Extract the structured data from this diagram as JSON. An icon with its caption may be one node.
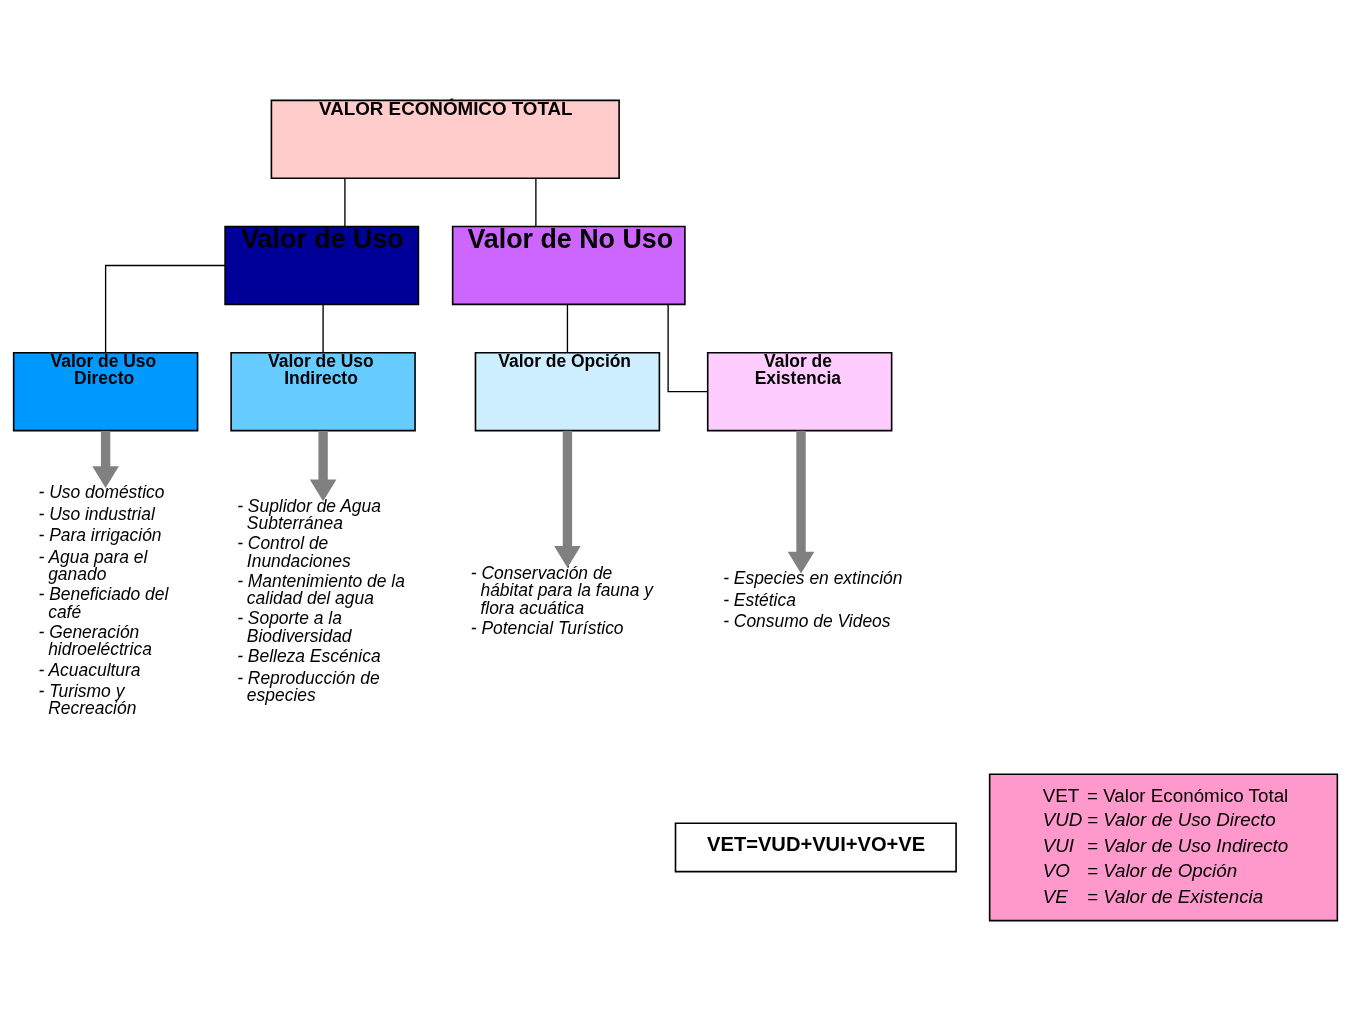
{
  "diagram": {
    "nodes": [
      {
        "text": [
          "VALOR ECONÓMICO TOTAL"
        ]
      },
      {
        "text": [
          "Valor de Uso"
        ]
      },
      {
        "text": [
          "Valor de No Uso"
        ]
      },
      {
        "text": [
          "Valor de Uso Directo"
        ]
      },
      {
        "text": [
          "Valor de Uso Indirecto"
        ]
      },
      {
        "text": [
          "Valor de Opción"
        ]
      },
      {
        "text": [
          "Valor de Existencia"
        ]
      },
      {
        "text": [
          "- Uso doméstico",
          "- Uso industrial",
          "- Para irrigación",
          "- Agua para el ganado",
          "- Beneficiado del café",
          "- Generación hidroeléctrica",
          "- Acuacultura",
          "- Turismo y Recreación"
        ]
      },
      {
        "text": [
          "- Suplidor de Agua Subterránea",
          "- Control de Inundaciones",
          "- Mantenimiento de la calidad del agua",
          "- Soporte a la Biodiversidad",
          "- Belleza Escénica",
          "- Reproducción de especies"
        ]
      },
      {
        "text": [
          "- Conservación de hábitat para la fauna y flora acuática",
          "- Potencial Turístico"
        ]
      },
      {
        "text": [
          "- Especies en extinción",
          "- Estética",
          "- Consumo de Videos"
        ]
      },
      {
        "text": [
          "VET=VUD+VUI+VO+VE"
        ]
      },
      {
        "text": [
          "VET",
          "= Valor Económico Total",
          "VUD",
          "= Valor de Uso Directo",
          "VUI",
          "= Valor de Uso Indirecto",
          "VO",
          "= Valor de Opción",
          "VE",
          "= Valor de Existencia"
        ]
      }
    ],
    "edges": [
      {
        "from": 0,
        "to": 1,
        "arrow": "none"
      },
      {
        "from": 0,
        "to": 2,
        "arrow": "none"
      },
      {
        "from": 1,
        "to": 3,
        "arrow": "none"
      },
      {
        "from": 1,
        "to": 4,
        "arrow": "none"
      },
      {
        "from": 2,
        "to": 5,
        "arrow": "none"
      },
      {
        "from": 2,
        "to": 6,
        "arrow": "none"
      },
      {
        "from": 3,
        "to": 7,
        "arrow": "to",
        "style": "thick",
        "color": "#808080"
      },
      {
        "from": 4,
        "to": 8,
        "arrow": "to",
        "style": "thick",
        "color": "#808080"
      },
      {
        "from": 5,
        "to": 9,
        "arrow": "to",
        "style": "thick",
        "color": "#808080"
      },
      {
        "from": 6,
        "to": 10,
        "arrow": "to",
        "style": "thick",
        "color": "#808080"
      }
    ]
  }
}
